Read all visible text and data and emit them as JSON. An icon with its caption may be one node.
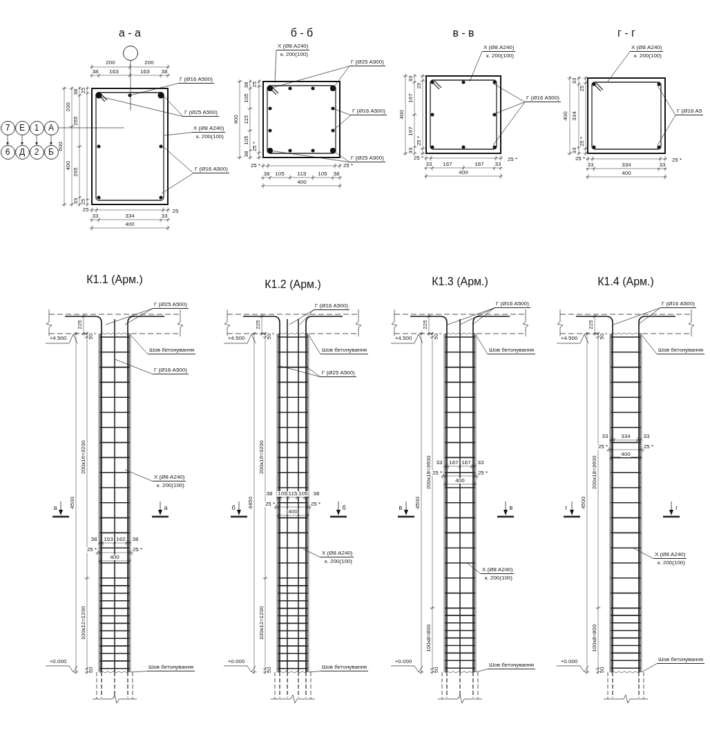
{
  "diagram": {
    "nodes": [
      {
        "text": [
          "7"
        ]
      },
      {
        "text": [
          "Е"
        ]
      },
      {
        "text": [
          "1"
        ]
      },
      {
        "text": [
          "А"
        ]
      },
      {
        "text": [
          "6"
        ]
      },
      {
        "text": [
          "Д"
        ]
      },
      {
        "text": [
          "2"
        ]
      },
      {
        "text": [
          "Б"
        ]
      },
      {
        "text": [],
        "shape": "circle"
      },
      {
        "text": [
          "Г (Ø16 А500)"
        ]
      },
      {
        "text": [
          "Г (Ø25 А500)"
        ]
      },
      {
        "text": [
          "Х (Ø8 А240)",
          "к. 200(100)"
        ]
      },
      {
        "text": [
          "Г (Ø16 А500)"
        ]
      },
      {
        "text": [
          "Г (Ø25 А500)"
        ]
      },
      {
        "text": [
          "Х (Ø8 А240)",
          "к. 200(100)"
        ]
      },
      {
        "text": [
          "Г (Ø16 А500)"
        ]
      },
      {
        "text": [
          "Г (Ø25 А500)"
        ]
      },
      {
        "text": [
          "Х (Ø8 А240)",
          "к. 200(100)"
        ]
      },
      {
        "text": [
          "Г (Ø16 А500)"
        ]
      },
      {
        "text": [
          "Х (Ø8 А240)",
          "к. 200(100)"
        ]
      },
      {
        "text": [
          "Г (Ø16 А5"
        ]
      },
      {
        "text": [
          "Г (Ø25 А500)"
        ]
      },
      {
        "text": [
          "Шов бетонування"
        ]
      },
      {
        "text": [
          "Г (Ø16 А500)"
        ]
      },
      {
        "text": [
          "Х (Ø8 А240)",
          "к. 200(100)"
        ]
      },
      {
        "text": [
          "Шов бетонування"
        ]
      },
      {
        "text": [
          "Г (Ø16 А500)"
        ]
      },
      {
        "text": [
          "Шов бетонування"
        ]
      },
      {
        "text": [
          "Г (Ø25 А500)"
        ]
      },
      {
        "text": [
          "Х (Ø8 А240)",
          "к. 200(100)"
        ]
      },
      {
        "text": [
          "Шов бетонування"
        ]
      },
      {
        "text": [
          "Г (Ø16 А500)"
        ]
      },
      {
        "text": [
          "Шов бетонування"
        ]
      },
      {
        "text": [
          "Х (Ø8 А240)",
          "к. 200(100)"
        ]
      },
      {
        "text": [
          "Шов бетонування"
        ]
      },
      {
        "text": [
          "Г (Ø16 А500)"
        ]
      },
      {
        "text": [
          "Шов бетонування"
        ]
      },
      {
        "text": [
          "Х (Ø8 А240)",
          "к. 200(100)"
        ]
      },
      {
        "text": [
          "Шов бетонування"
        ]
      }
    ],
    "edges": [
      {
        "from": 0,
        "to": 4,
        "arrow": "to"
      },
      {
        "from": 1,
        "to": 5,
        "arrow": "to"
      },
      {
        "from": 2,
        "to": 6,
        "arrow": "to"
      },
      {
        "from": 3,
        "to": 7,
        "arrow": "to"
      },
      {
        "from": 3,
        "to": null,
        "arrow": "none"
      },
      {
        "from": 8,
        "to": null,
        "arrow": "none"
      },
      {
        "from": 9,
        "to": null,
        "arrow": "none"
      },
      {
        "from": 10,
        "to": null,
        "arrow": "none"
      },
      {
        "from": 10,
        "to": null,
        "arrow": "none"
      },
      {
        "from": 11,
        "to": null,
        "arrow": "none"
      },
      {
        "from": 12,
        "to": null,
        "arrow": "none"
      },
      {
        "from": 12,
        "to": null,
        "arrow": "none"
      },
      {
        "from": 13,
        "to": null,
        "arrow": "none"
      },
      {
        "from": 13,
        "to": null,
        "arrow": "none"
      },
      {
        "from": 14,
        "to": null,
        "arrow": "none"
      },
      {
        "from": 15,
        "to": null,
        "arrow": "none"
      },
      {
        "from": 15,
        "to": null,
        "arrow": "none"
      },
      {
        "from": 16,
        "to": null,
        "arrow": "none"
      },
      {
        "from": 16,
        "to": null,
        "arrow": "none"
      },
      {
        "from": 17,
        "to": null,
        "arrow": "none"
      },
      {
        "from": 18,
        "to": null,
        "arrow": "none"
      },
      {
        "from": 18,
        "to": null,
        "arrow": "none"
      },
      {
        "from": 18,
        "to": null,
        "arrow": "none"
      },
      {
        "from": 19,
        "to": null,
        "arrow": "none"
      },
      {
        "from": 20,
        "to": null,
        "arrow": "none"
      },
      {
        "from": 20,
        "to": null,
        "arrow": "none"
      },
      {
        "from": 21,
        "to": null,
        "arrow": "none"
      },
      {
        "from": 21,
        "to": null,
        "arrow": "none"
      },
      {
        "from": 22,
        "to": null,
        "arrow": "none"
      },
      {
        "from": 23,
        "to": null,
        "arrow": "none"
      },
      {
        "from": 24,
        "to": null,
        "arrow": "none"
      },
      {
        "from": 25,
        "to": null,
        "arrow": "none"
      },
      {
        "from": 26,
        "to": null,
        "arrow": "none"
      },
      {
        "from": 26,
        "to": null,
        "arrow": "none"
      },
      {
        "from": 27,
        "to": null,
        "arrow": "none"
      },
      {
        "from": 28,
        "to": null,
        "arrow": "none"
      },
      {
        "from": 28,
        "to": null,
        "arrow": "none"
      },
      {
        "from": 29,
        "to": null,
        "arrow": "none"
      },
      {
        "from": 30,
        "to": null,
        "arrow": "none"
      },
      {
        "from": 31,
        "to": null,
        "arrow": "none"
      },
      {
        "from": 31,
        "to": null,
        "arrow": "none"
      },
      {
        "from": 31,
        "to": null,
        "arrow": "none"
      },
      {
        "from": 32,
        "to": null,
        "arrow": "none"
      },
      {
        "from": 33,
        "to": null,
        "arrow": "none"
      },
      {
        "from": 34,
        "to": null,
        "arrow": "none"
      },
      {
        "from": 35,
        "to": null,
        "arrow": "none"
      },
      {
        "from": 35,
        "to": null,
        "arrow": "none"
      },
      {
        "from": 36,
        "to": null,
        "arrow": "none"
      },
      {
        "from": 37,
        "to": null,
        "arrow": "none"
      },
      {
        "from": 38,
        "to": null,
        "arrow": "none"
      }
    ],
    "labels": [
      "а - а",
      "200",
      "200",
      "38",
      "163",
      "163",
      "38",
      "600",
      "200",
      "400",
      "38",
      "25",
      "265",
      "265",
      "33",
      "25",
      "25",
      "25",
      "33",
      "334",
      "33",
      "400",
      "б - б",
      "400",
      "38",
      "105",
      "115",
      "105",
      "38",
      "25",
      "25 *",
      "25 *",
      "25 *",
      "38",
      "105",
      "115",
      "105",
      "38",
      "400",
      "в - в",
      "400",
      "33",
      "167",
      "167",
      "33",
      "25",
      "25 *",
      "25 *",
      "25 *",
      "33",
      "167",
      "167",
      "33",
      "400",
      "г - г",
      "400",
      "33",
      "334",
      "33",
      "25",
      "25 *",
      "25 *",
      "25 *",
      "33",
      "334",
      "33",
      "400",
      "К1.1 (Арм.)",
      "225",
      "50",
      "+4.500",
      "200х16=3200",
      "4500",
      "100х12=1200",
      "+0.000",
      "50",
      "а",
      "а",
      "38",
      "163",
      "162",
      "38",
      "25 *",
      "25 *",
      "400",
      "К1.2 (Арм.)",
      "225",
      "50",
      "+4.500",
      "200х16=3200",
      "4450",
      "100х12=1200",
      "+0.000",
      "50",
      "б",
      "б",
      "38",
      "105",
      "115",
      "105",
      "38",
      "25 *",
      "25 *",
      "400",
      "К1.3 (Арм.)",
      "225",
      "50",
      "+4.500",
      "200х18=3600",
      "4500",
      "100х8=800",
      "+0.000",
      "50",
      "в",
      "в",
      "33",
      "167",
      "167",
      "33",
      "25 *",
      "25 *",
      "400",
      "К1.4 (Арм.)",
      "225",
      "50",
      "+4.500",
      "200х18=3600",
      "4500",
      "100х8=800",
      "+0.000",
      "50",
      "г",
      "г",
      "33",
      "334",
      "33",
      "25 *",
      "25 *",
      "400"
    ]
  }
}
